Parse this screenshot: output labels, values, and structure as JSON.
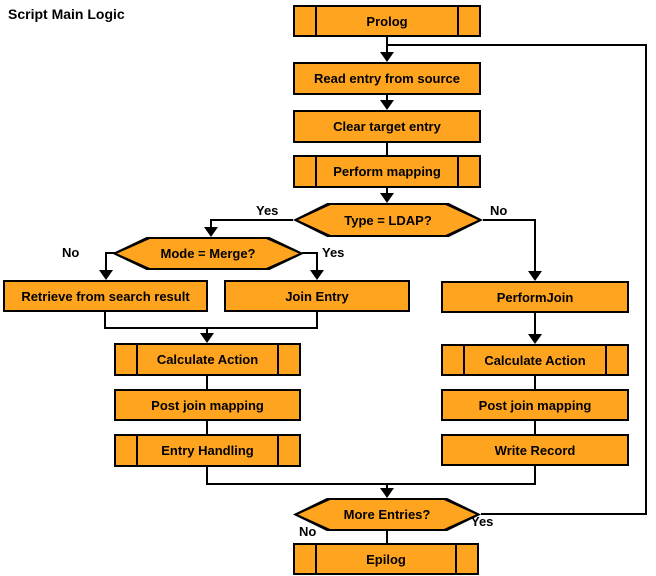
{
  "title": "Script Main Logic",
  "colors": {
    "node_fill": "#FFA41E",
    "node_border": "#000000",
    "connector": "#000000",
    "background": "#FFFFFF",
    "text": "#000000"
  },
  "nodes": {
    "prolog": {
      "label": "Prolog",
      "type": "subroutine"
    },
    "read_entry": {
      "label": "Read entry from source",
      "type": "process"
    },
    "clear_target": {
      "label": "Clear target entry",
      "type": "process"
    },
    "perform_mapping": {
      "label": "Perform mapping",
      "type": "subroutine"
    },
    "type_ldap": {
      "label": "Type = LDAP?",
      "type": "decision"
    },
    "mode_merge": {
      "label": "Mode = Merge?",
      "type": "decision"
    },
    "retrieve": {
      "label": "Retrieve from search result",
      "type": "process"
    },
    "join_entry": {
      "label": "Join Entry",
      "type": "process"
    },
    "perform_join": {
      "label": "PerformJoin",
      "type": "process"
    },
    "calc_action_left": {
      "label": "Calculate Action",
      "type": "subroutine"
    },
    "post_join_left": {
      "label": "Post join mapping",
      "type": "process"
    },
    "entry_handling": {
      "label": "Entry Handling",
      "type": "subroutine"
    },
    "calc_action_right": {
      "label": "Calculate Action",
      "type": "subroutine"
    },
    "post_join_right": {
      "label": "Post join mapping",
      "type": "process"
    },
    "write_record": {
      "label": "Write Record",
      "type": "process"
    },
    "more_entries": {
      "label": "More Entries?",
      "type": "decision"
    },
    "epilog": {
      "label": "Epilog",
      "type": "subroutine"
    }
  },
  "edge_labels": {
    "type_ldap_yes": "Yes",
    "type_ldap_no": "No",
    "mode_merge_no": "No",
    "mode_merge_yes": "Yes",
    "more_entries_yes": "Yes",
    "more_entries_no": "No"
  }
}
